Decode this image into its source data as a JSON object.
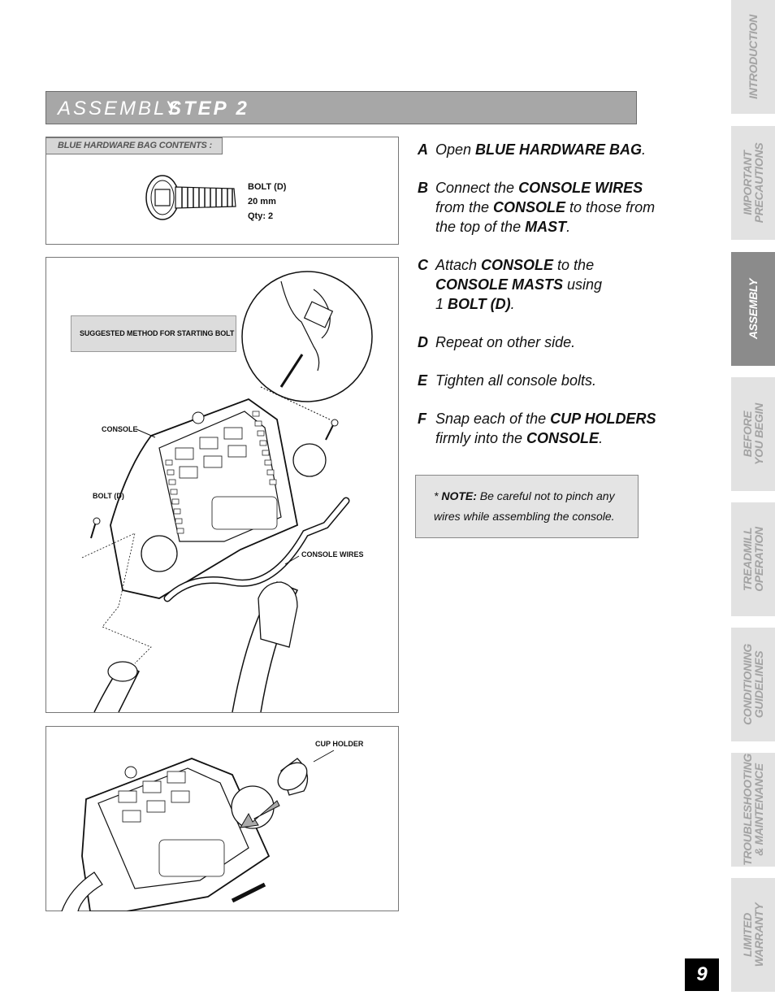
{
  "title": {
    "part1": "ASSEMBLY",
    "part2": "STEP 2"
  },
  "hardware": {
    "label": "BLUE HARDWARE BAG CONTENTS :",
    "bolt_name": "BOLT (D)",
    "bolt_size": "20 mm",
    "bolt_qty": "Qty: 2"
  },
  "diagram1": {
    "callout": "SUGGESTED METHOD FOR STARTING BOLT",
    "console_label": "CONSOLE",
    "bolt_label": "BOLT (D)",
    "wires_label": "CONSOLE WIRES"
  },
  "diagram2": {
    "cup_label": "CUP HOLDER"
  },
  "steps": [
    {
      "letter": "A",
      "parts": [
        [
          "Open ",
          false
        ],
        [
          "BLUE HARDWARE BAG",
          true
        ],
        [
          ".",
          false
        ]
      ]
    },
    {
      "letter": "B",
      "parts": [
        [
          "Connect the ",
          false
        ],
        [
          "CONSOLE WIRES",
          true
        ],
        [
          " from the ",
          false
        ],
        [
          "CONSOLE",
          true
        ],
        [
          " to those from the top of the ",
          false
        ],
        [
          "MAST",
          true
        ],
        [
          ".",
          false
        ]
      ]
    },
    {
      "letter": "C",
      "parts": [
        [
          "Attach ",
          false
        ],
        [
          "CONSOLE",
          true
        ],
        [
          " to the ",
          false
        ],
        [
          "CONSOLE MASTS",
          true
        ],
        [
          " using 1 ",
          false
        ],
        [
          "BOLT (D)",
          true
        ],
        [
          ".",
          false
        ]
      ]
    },
    {
      "letter": "D",
      "parts": [
        [
          "Repeat on other side.",
          false
        ]
      ]
    },
    {
      "letter": "E",
      "parts": [
        [
          "Tighten all console bolts.",
          false
        ]
      ]
    },
    {
      "letter": "F",
      "parts": [
        [
          "Snap each of the ",
          false
        ],
        [
          "CUP HOLDERS",
          true
        ],
        [
          " firmly into the ",
          false
        ],
        [
          "CONSOLE",
          true
        ],
        [
          ".",
          false
        ]
      ]
    }
  ],
  "note": {
    "prefix": "* ",
    "label": "NOTE:",
    "text": " Be careful not to pinch any wires while assembling the console."
  },
  "sidebar": {
    "tabs": [
      {
        "lines": [
          "INTRODUCTION"
        ],
        "active": false
      },
      {
        "lines": [
          "IMPORTANT",
          "PRECAUTIONS"
        ],
        "active": false
      },
      {
        "lines": [
          "ASSEMBLY"
        ],
        "active": true
      },
      {
        "lines": [
          "BEFORE",
          "YOU BEGIN"
        ],
        "active": false
      },
      {
        "lines": [
          "TREADMILL",
          "OPERATION"
        ],
        "active": false
      },
      {
        "lines": [
          "CONDITIONING",
          "GUIDELINES"
        ],
        "active": false
      },
      {
        "lines": [
          "TROUBLESHOOTING",
          "& MAINTENANCE"
        ],
        "active": false
      },
      {
        "lines": [
          "LIMITED",
          "WARRANTY"
        ],
        "active": false
      }
    ]
  },
  "page_number": "9"
}
